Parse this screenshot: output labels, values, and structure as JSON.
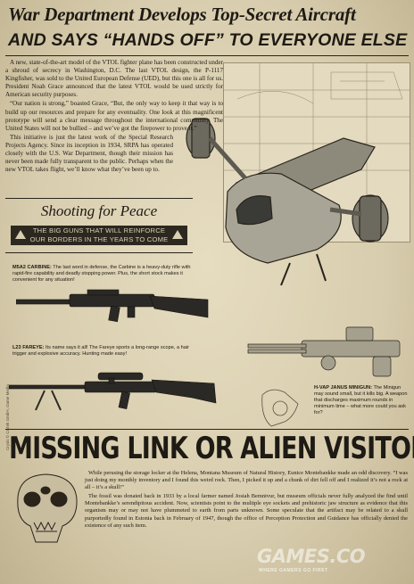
{
  "headline": {
    "line1": "War Department Develops Top-Secret Aircraft",
    "line2": "AND SAYS “HANDS OFF” TO EVERYONE ELSE"
  },
  "article": {
    "paragraphs": [
      "A new, state-of-the-art model of the VTOL fighter plane has been constructed under a shroud of secrecy in Washington, D.C. The last VTOL design, the P-1117 Kingfisher, was sold to the United European Defense (UED), but this one is all for us. President Noah Grace announced that the latest VTOL would be used strictly for American security purposes.",
      "“Our nation is strong,” boasted Grace, “But, the only way to keep it that way is to build up our resources and prepare for any eventuality. One look at this magnificent prototype will send a clear message throughout the international community. The United States will not be bullied – and we’ve got the firepower to prove it.”",
      "This initiative is just the latest work of the Special Research Projects Agency. Since its inception in 1934, SRPA has operated closely with the U.S. War Department, though their mission has never been made fully transparent to the public. Perhaps when the new VTOL takes flight, we’ll know what they’ve been up to."
    ]
  },
  "promo": {
    "title": "Shooting for Peace",
    "banner_line1": "THE BIG GUNS THAT WILL REINFORCE",
    "banner_line2": "OUR BORDERS IN THE YEARS TO COME"
  },
  "weapons": [
    {
      "name": "M5A2 CARBINE:",
      "desc": "The last word in defense, the Carbine is a heavy-duty rifle with rapid-fire capability and deadly stopping power. Plus, the short stock makes it convenient for any situation!"
    },
    {
      "name": "L23 FAREYE:",
      "desc": "Its name says it all! The Fareye sports a long-range scope, a hair trigger and explosive accuracy. Hunting made easy!"
    },
    {
      "name": "H-VAP JANUS MINIGUN:",
      "desc": "The Minigun may sound small, but it kills big. A weapon that discharges maximum rounds in minimum time – what more could you ask for?"
    }
  ],
  "feature": {
    "headline": "MISSING LINK OR ALIEN VISITOR?",
    "paragraphs": [
      "While perusing the storage locker at the Helena, Montana Museum of Natural History, Eunice Montebankke made an odd discovery. “I was just doing my monthly inventory and I found this weird rock. Then, I picked it up and a chunk of dirt fell off and I realized it’s not a rock at all – it’s a skull!”",
      "The fossil was donated back in 1933 by a local farmer named Josiah Bemnivur, but museum officials never fully analyzed the find until Montebankke’s serendipitous accident. Now, scientists point to the multiple eye sockets and prehistoric jaw structure as evidence that this organism may or may not have plummeted to earth from parts unknown. Some speculate that the artifact may be related to a skull purportedly found in Estonia back in February of 1947, though the office of Perception Protection and Guidance has officially denied the existence of any such item."
    ]
  },
  "credit": "Crysis © Crytek GmbH, Game Media",
  "watermark": {
    "logo": "GAMES.CO",
    "tagline": "WHERE GAMERS GO FIRST"
  },
  "colors": {
    "paper": "#dfd4b8",
    "ink": "#1e1a14",
    "banner": "#2c2820"
  }
}
